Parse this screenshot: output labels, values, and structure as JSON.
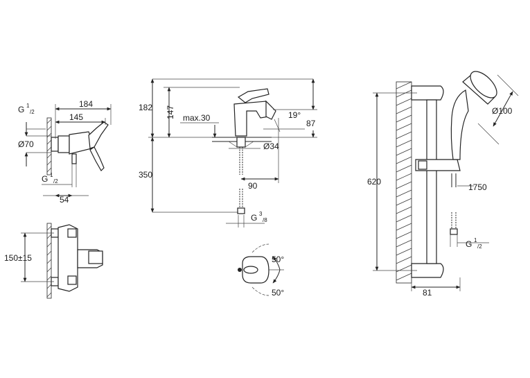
{
  "shower_mixer": {
    "dim_overall": "184",
    "dim_body": "145",
    "dim_thread_top_G": "G",
    "dim_thread_top_num": "1",
    "dim_thread_top_den": "/2",
    "dim_diameter": "Ø70",
    "dim_thread_bottom_G": "G",
    "dim_thread_bottom_num": "1",
    "dim_thread_bottom_den": "/2",
    "dim_depth": "54",
    "dim_centers": "150±15"
  },
  "basin_mixer": {
    "dim_total_height": "182",
    "dim_spout_height": "147",
    "dim_max": "max.30",
    "dim_angle": "19°",
    "dim_reach": "87",
    "dim_hole": "Ø34",
    "dim_reach_below": "90",
    "dim_hose": "350",
    "dim_thread_G": "G",
    "dim_thread_num": "3",
    "dim_thread_den": "/8"
  },
  "handle_rotation": {
    "angle_top": "50°",
    "angle_bottom": "50°"
  },
  "shower_rail": {
    "dim_head": "Ø100",
    "dim_rail_length": "620",
    "dim_hose": "1750",
    "dim_thread_G": "G",
    "dim_thread_num": "1",
    "dim_thread_den": "/2",
    "dim_offset": "81"
  }
}
